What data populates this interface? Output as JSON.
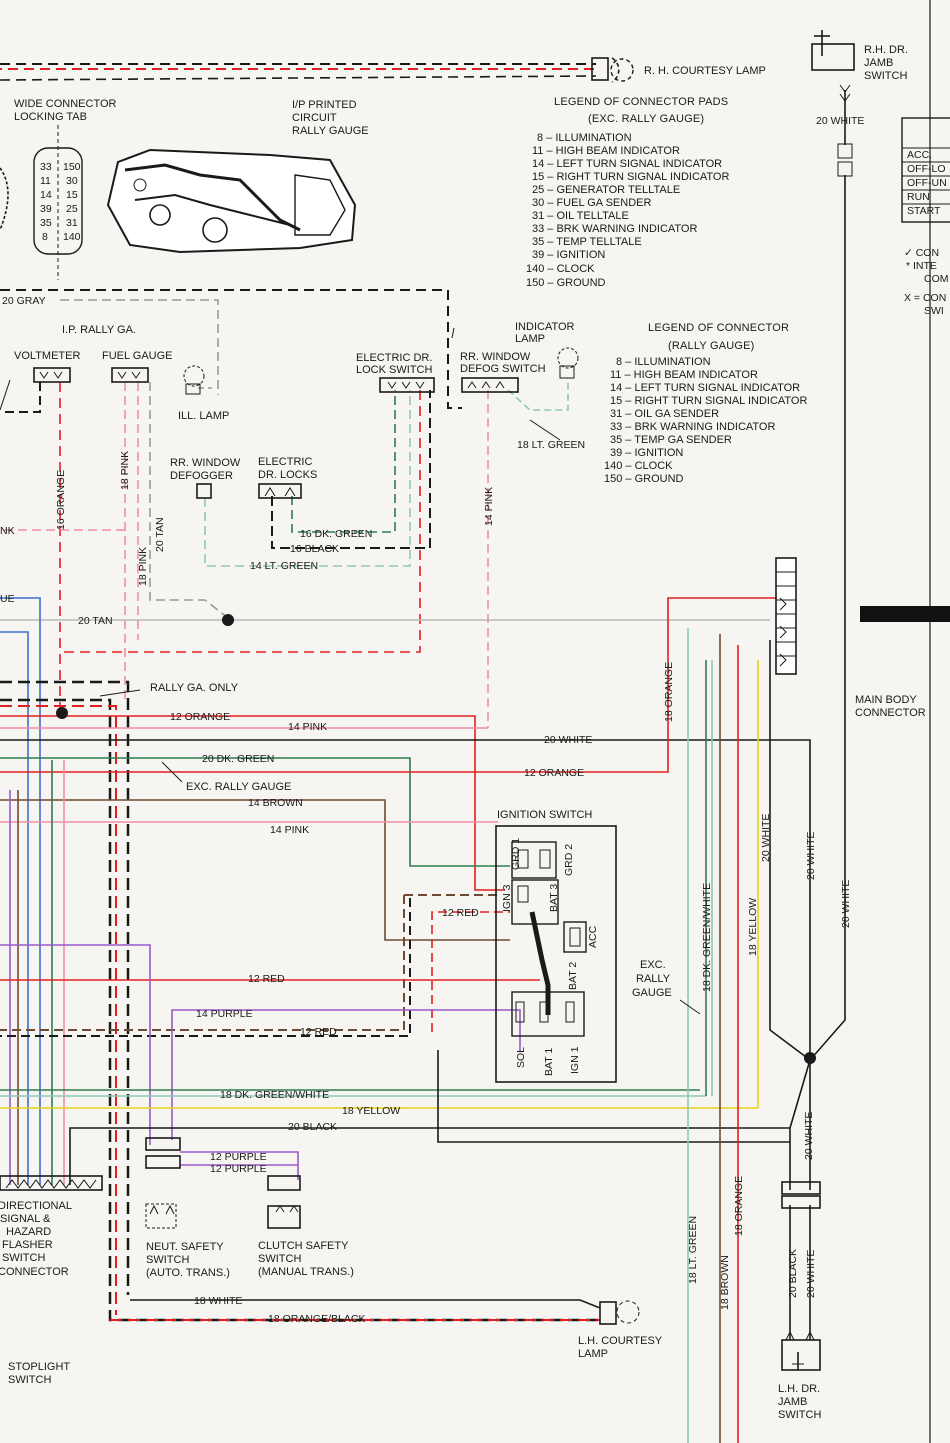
{
  "colors": {
    "black": "#1a1a1a",
    "red": "#e02020",
    "pink": "#f08fa8",
    "gray": "#9a9a9a",
    "dk_green": "#2e7d4f",
    "lt_green": "#8fc9b4",
    "orange": "#e8772a",
    "brown": "#6e4a35",
    "purple": "#9b59c8",
    "yellow": "#e8d21a",
    "blue": "#3a6fd0",
    "tan": "#c8a97a"
  },
  "top_left": {
    "rh_courtesy_lamp": "R. H. COURTESY LAMP",
    "wide_connector": [
      "WIDE CONNECTOR",
      "LOCKING TAB"
    ],
    "ip_printed": [
      "I/P PRINTED",
      "CIRCUIT",
      "RALLY GAUGE"
    ],
    "pad_numbers_left": [
      "33",
      "11",
      "14",
      "39",
      "35",
      "8"
    ],
    "pad_numbers_right": [
      "150",
      "30",
      "15",
      "25",
      "31",
      "140"
    ]
  },
  "legend_exc": {
    "title": "LEGEND OF CONNECTOR PADS",
    "subtitle": "(EXC. RALLY GAUGE)",
    "items": [
      "8 – ILLUMINATION",
      "11 – HIGH BEAM INDICATOR",
      "14 – LEFT TURN SIGNAL INDICATOR",
      "15 – RIGHT TURN SIGNAL INDICATOR",
      "25 – GENERATOR TELLTALE",
      "30 – FUEL GA SENDER",
      "31 – OIL TELLTALE",
      "33 – BRK WARNING INDICATOR",
      "35 – TEMP TELLTALE",
      "39 – IGNITION",
      "140 – CLOCK",
      "150 – GROUND"
    ]
  },
  "legend_rally": {
    "title": "LEGEND OF CONNECTOR",
    "subtitle": "(RALLY GAUGE)",
    "items": [
      "8 – ILLUMINATION",
      "11 – HIGH BEAM INDICATOR",
      "14 – LEFT TURN SIGNAL INDICATOR",
      "15 – RIGHT TURN SIGNAL INDICATOR",
      "31 – OIL GA SENDER",
      "33 – BRK WARNING INDICATOR",
      "35 – TEMP GA SENDER",
      "39 – IGNITION",
      "140 – CLOCK",
      "150 – GROUND"
    ]
  },
  "right_table": {
    "rows": [
      "ACC.",
      "OFF-LO",
      "OFF-UN",
      "RUN",
      "START"
    ],
    "notes": [
      "✓ CON",
      "* INTE",
      "COM",
      "X = CON",
      "SWI"
    ]
  },
  "switches": {
    "rh_jamb": [
      "R.H. DR.",
      "JAMB",
      "SWITCH"
    ],
    "lh_jamb": [
      "L.H. DR.",
      "JAMB",
      "SWITCH"
    ],
    "ignition": {
      "title": "IGNITION SWITCH",
      "terms": [
        "GRD 1",
        "GRD 2",
        "IGN 3",
        "BAT 3",
        "ACC",
        "BAT 2",
        "SOL",
        "BAT 1",
        "IGN 1"
      ]
    },
    "neut_safety": [
      "NEUT. SAFETY",
      "SWITCH",
      "(AUTO. TRANS.)"
    ],
    "clutch_safety": [
      "CLUTCH SAFETY",
      "SWITCH",
      "(MANUAL TRANS.)"
    ],
    "directional": [
      "DIRECTIONAL",
      "SIGNAL &",
      "HAZARD",
      "FLASHER",
      "SWITCH",
      "CONNECTOR"
    ],
    "stoplight": [
      "STOPLIGHT",
      "SWITCH"
    ],
    "lh_courtesy": [
      "L.H. COURTESY",
      "LAMP"
    ]
  },
  "components": {
    "ip_rally": "I.P. RALLY GA.",
    "voltmeter": "VOLTMETER",
    "fuel_gauge": "FUEL GAUGE",
    "ill_lamp": "ILL. LAMP",
    "rr_defogger": [
      "RR. WINDOW",
      "DEFOGGER"
    ],
    "elec_locks": [
      "ELECTRIC",
      "DR. LOCKS"
    ],
    "elec_lock_switch": [
      "ELECTRIC DR.",
      "LOCK SWITCH"
    ],
    "indicator_lamp": [
      "INDICATOR",
      "LAMP"
    ],
    "rr_defog_switch": [
      "RR. WINDOW",
      "DEFOG SWITCH"
    ],
    "main_body": [
      "MAIN BODY",
      "CONNECTOR"
    ],
    "rally_only": "RALLY GA. ONLY",
    "exc_rally": "EXC. RALLY GAUGE",
    "exc_rally_3": [
      "EXC.",
      "RALLY",
      "GAUGE"
    ]
  },
  "wires": {
    "w20_gray": "20 GRAY",
    "w20_white_top": "20 WHITE",
    "w18_lt_green_a": "18 LT. GREEN",
    "w16_orange": "16 ORANGE",
    "w18_pink_a": "18 PINK",
    "w18_pink_b": "18 PINK",
    "w20_tan_v": "20 TAN",
    "w14_pink_v": "14 PINK",
    "w16_dk_green": "16 DK. GREEN",
    "w16_black": "16 BLACK",
    "w14_lt_green": "14 LT. GREEN",
    "w20_tan": "20 TAN",
    "w18_orange_v": "18 ORANGE",
    "w12_orange_a": "12 ORANGE",
    "w14_pink_h": "14 PINK",
    "w20_white_h": "20 WHITE",
    "w20_dk_green": "20 DK. GREEN",
    "w12_orange_b": "12 ORANGE",
    "w14_brown": "14 BROWN",
    "w14_pink_h2": "14 PINK",
    "w12_red_a": "12 RED",
    "w12_red_b": "12 RED",
    "w14_purple": "14 PURPLE",
    "w12_red_c": "12 RED",
    "w18_dkgw_h": "18 DK. GREEN/WHITE",
    "w18_yellow_h": "18 YELLOW",
    "w20_black_h": "20 BLACK",
    "w12_purple_a": "12 PURPLE",
    "w12_purple_b": "12 PURPLE",
    "w18_white": "18 WHITE",
    "w18_orange_black": "18 ORANGE/BLACK",
    "w20_white_v1": "20 WHITE",
    "w20_white_v2": "20 WHITE",
    "w20_white_v3": "20 WHITE",
    "w18_dkgw_v": "18 DK. GREEN/WHITE",
    "w18_yellow_v": "18 YELLOW",
    "w20_white_v4": "20 WHITE",
    "w18_lt_green_v": "18 LT. GREEN",
    "w18_brown_v": "18 BROWN",
    "w18_orange_v2": "18 ORANGE",
    "w20_black_v": "20 BLACK",
    "w20_white_v5": "20 WHITE",
    "ink_frag": "NK",
    "blue_frag": "UE"
  }
}
